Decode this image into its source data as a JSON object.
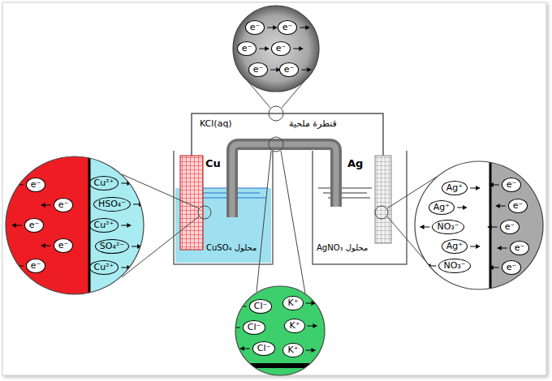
{
  "diagram": {
    "nodes": [
      {
        "text": []
      },
      {
        "text": [
          "e⁻"
        ],
        "in": 0
      },
      {
        "text": [
          "e⁻"
        ],
        "in": 0
      },
      {
        "text": [
          "e⁻"
        ],
        "in": 0
      },
      {
        "text": [
          "e⁻"
        ],
        "in": 0
      },
      {
        "text": [
          "e⁻"
        ],
        "in": 0
      },
      {
        "text": [
          "e⁻"
        ],
        "in": 0
      },
      {
        "text": []
      },
      {
        "text": [
          "e⁻"
        ],
        "in": 7
      },
      {
        "text": [
          "Cu²⁺"
        ],
        "in": 7
      },
      {
        "text": [
          "e⁻"
        ],
        "in": 7
      },
      {
        "text": [
          "HSO₄⁻"
        ],
        "in": 7
      },
      {
        "text": [
          "e⁻"
        ],
        "in": 7
      },
      {
        "text": [
          "Cu²⁺"
        ],
        "in": 7
      },
      {
        "text": [
          "SO₄²⁻"
        ],
        "in": 7
      },
      {
        "text": [
          "e⁻"
        ],
        "in": 7
      },
      {
        "text": [
          "e⁻"
        ],
        "in": 7
      },
      {
        "text": [
          "Cu²⁺"
        ],
        "in": 7
      },
      {
        "text": []
      },
      {
        "text": [
          "Ag⁺"
        ],
        "in": 18
      },
      {
        "text": [
          "e⁻"
        ],
        "in": 18
      },
      {
        "text": [
          "Ag⁺"
        ],
        "in": 18
      },
      {
        "text": [
          "e⁻"
        ],
        "in": 18
      },
      {
        "text": [
          "NO₃⁻"
        ],
        "in": 18
      },
      {
        "text": [
          "e⁻"
        ],
        "in": 18
      },
      {
        "text": [
          "Ag⁺"
        ],
        "in": 18
      },
      {
        "text": [
          "e⁻"
        ],
        "in": 18
      },
      {
        "text": [
          "NO₃⁻"
        ],
        "in": 18
      },
      {
        "text": [
          "e⁻"
        ],
        "in": 18
      },
      {
        "text": []
      },
      {
        "text": [
          "Cl⁻"
        ],
        "in": 29
      },
      {
        "text": [
          "K⁺"
        ],
        "in": 29
      },
      {
        "text": [
          "Cl⁻"
        ],
        "in": 29
      },
      {
        "text": [
          "K⁺"
        ],
        "in": 29
      },
      {
        "text": [
          "Cl⁻"
        ],
        "in": 29
      },
      {
        "text": [
          "K⁺"
        ],
        "in": 29
      }
    ],
    "labels": [
      "KCl(aq)",
      "قنطرة ملحية",
      "Cu",
      "Ag",
      "محلول CuSO₄",
      "محلول AgNO₃"
    ]
  }
}
